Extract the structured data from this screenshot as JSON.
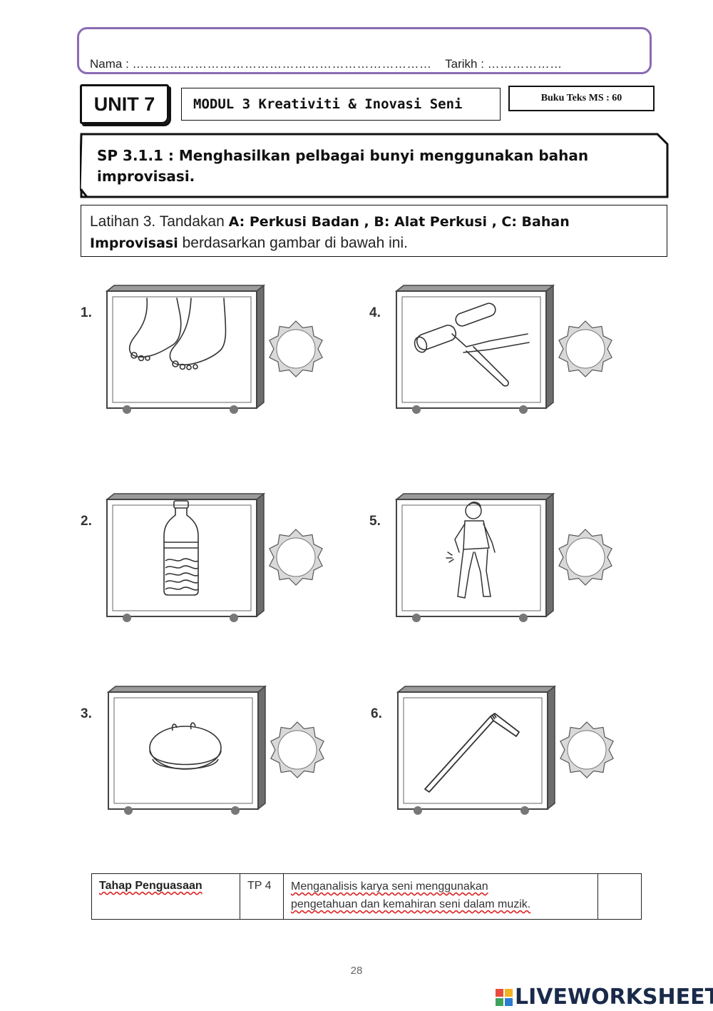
{
  "header": {
    "nama_label": "Nama :",
    "nama_dots": "………………………………………………………………",
    "tarikh_label": "Tarikh :",
    "tarikh_dots": "………………",
    "unit": "UNIT 7",
    "modul": "MODUL 3 Kreativiti & Inovasi Seni",
    "buku": "Buku Teks MS : 60"
  },
  "sp": {
    "text": "SP 3.1.1 : Menghasilkan pelbagai bunyi menggunakan bahan improvisasi."
  },
  "latihan": {
    "prefix": "Latihan 3. Tandakan ",
    "bold": "A: Perkusi Badan , B: Alat Perkusi , C: Bahan Improvisasi",
    "suffix": " berdasarkan gambar di bawah ini."
  },
  "items": [
    {
      "num": "1.",
      "picture": "feet-icon"
    },
    {
      "num": "2.",
      "picture": "bottle-icon"
    },
    {
      "num": "3.",
      "picture": "cymbal-icon"
    },
    {
      "num": "4.",
      "picture": "clapper-icon"
    },
    {
      "num": "5.",
      "picture": "boy-slapping-thigh-icon"
    },
    {
      "num": "6.",
      "picture": "straw-icon"
    }
  ],
  "tahap": {
    "label": "Tahap Penguasaan",
    "tp": "TP 4",
    "desc_line1": "Menganalisis karya seni menggunakan",
    "desc_line2": "pengetahuan dan kemahiran seni dalam muzik."
  },
  "footer": {
    "page": "28",
    "brand": "LIVEWORKSHEETS"
  },
  "colors": {
    "name_box_border": "#8a6bb3",
    "card_side": "#6d6d6d"
  }
}
